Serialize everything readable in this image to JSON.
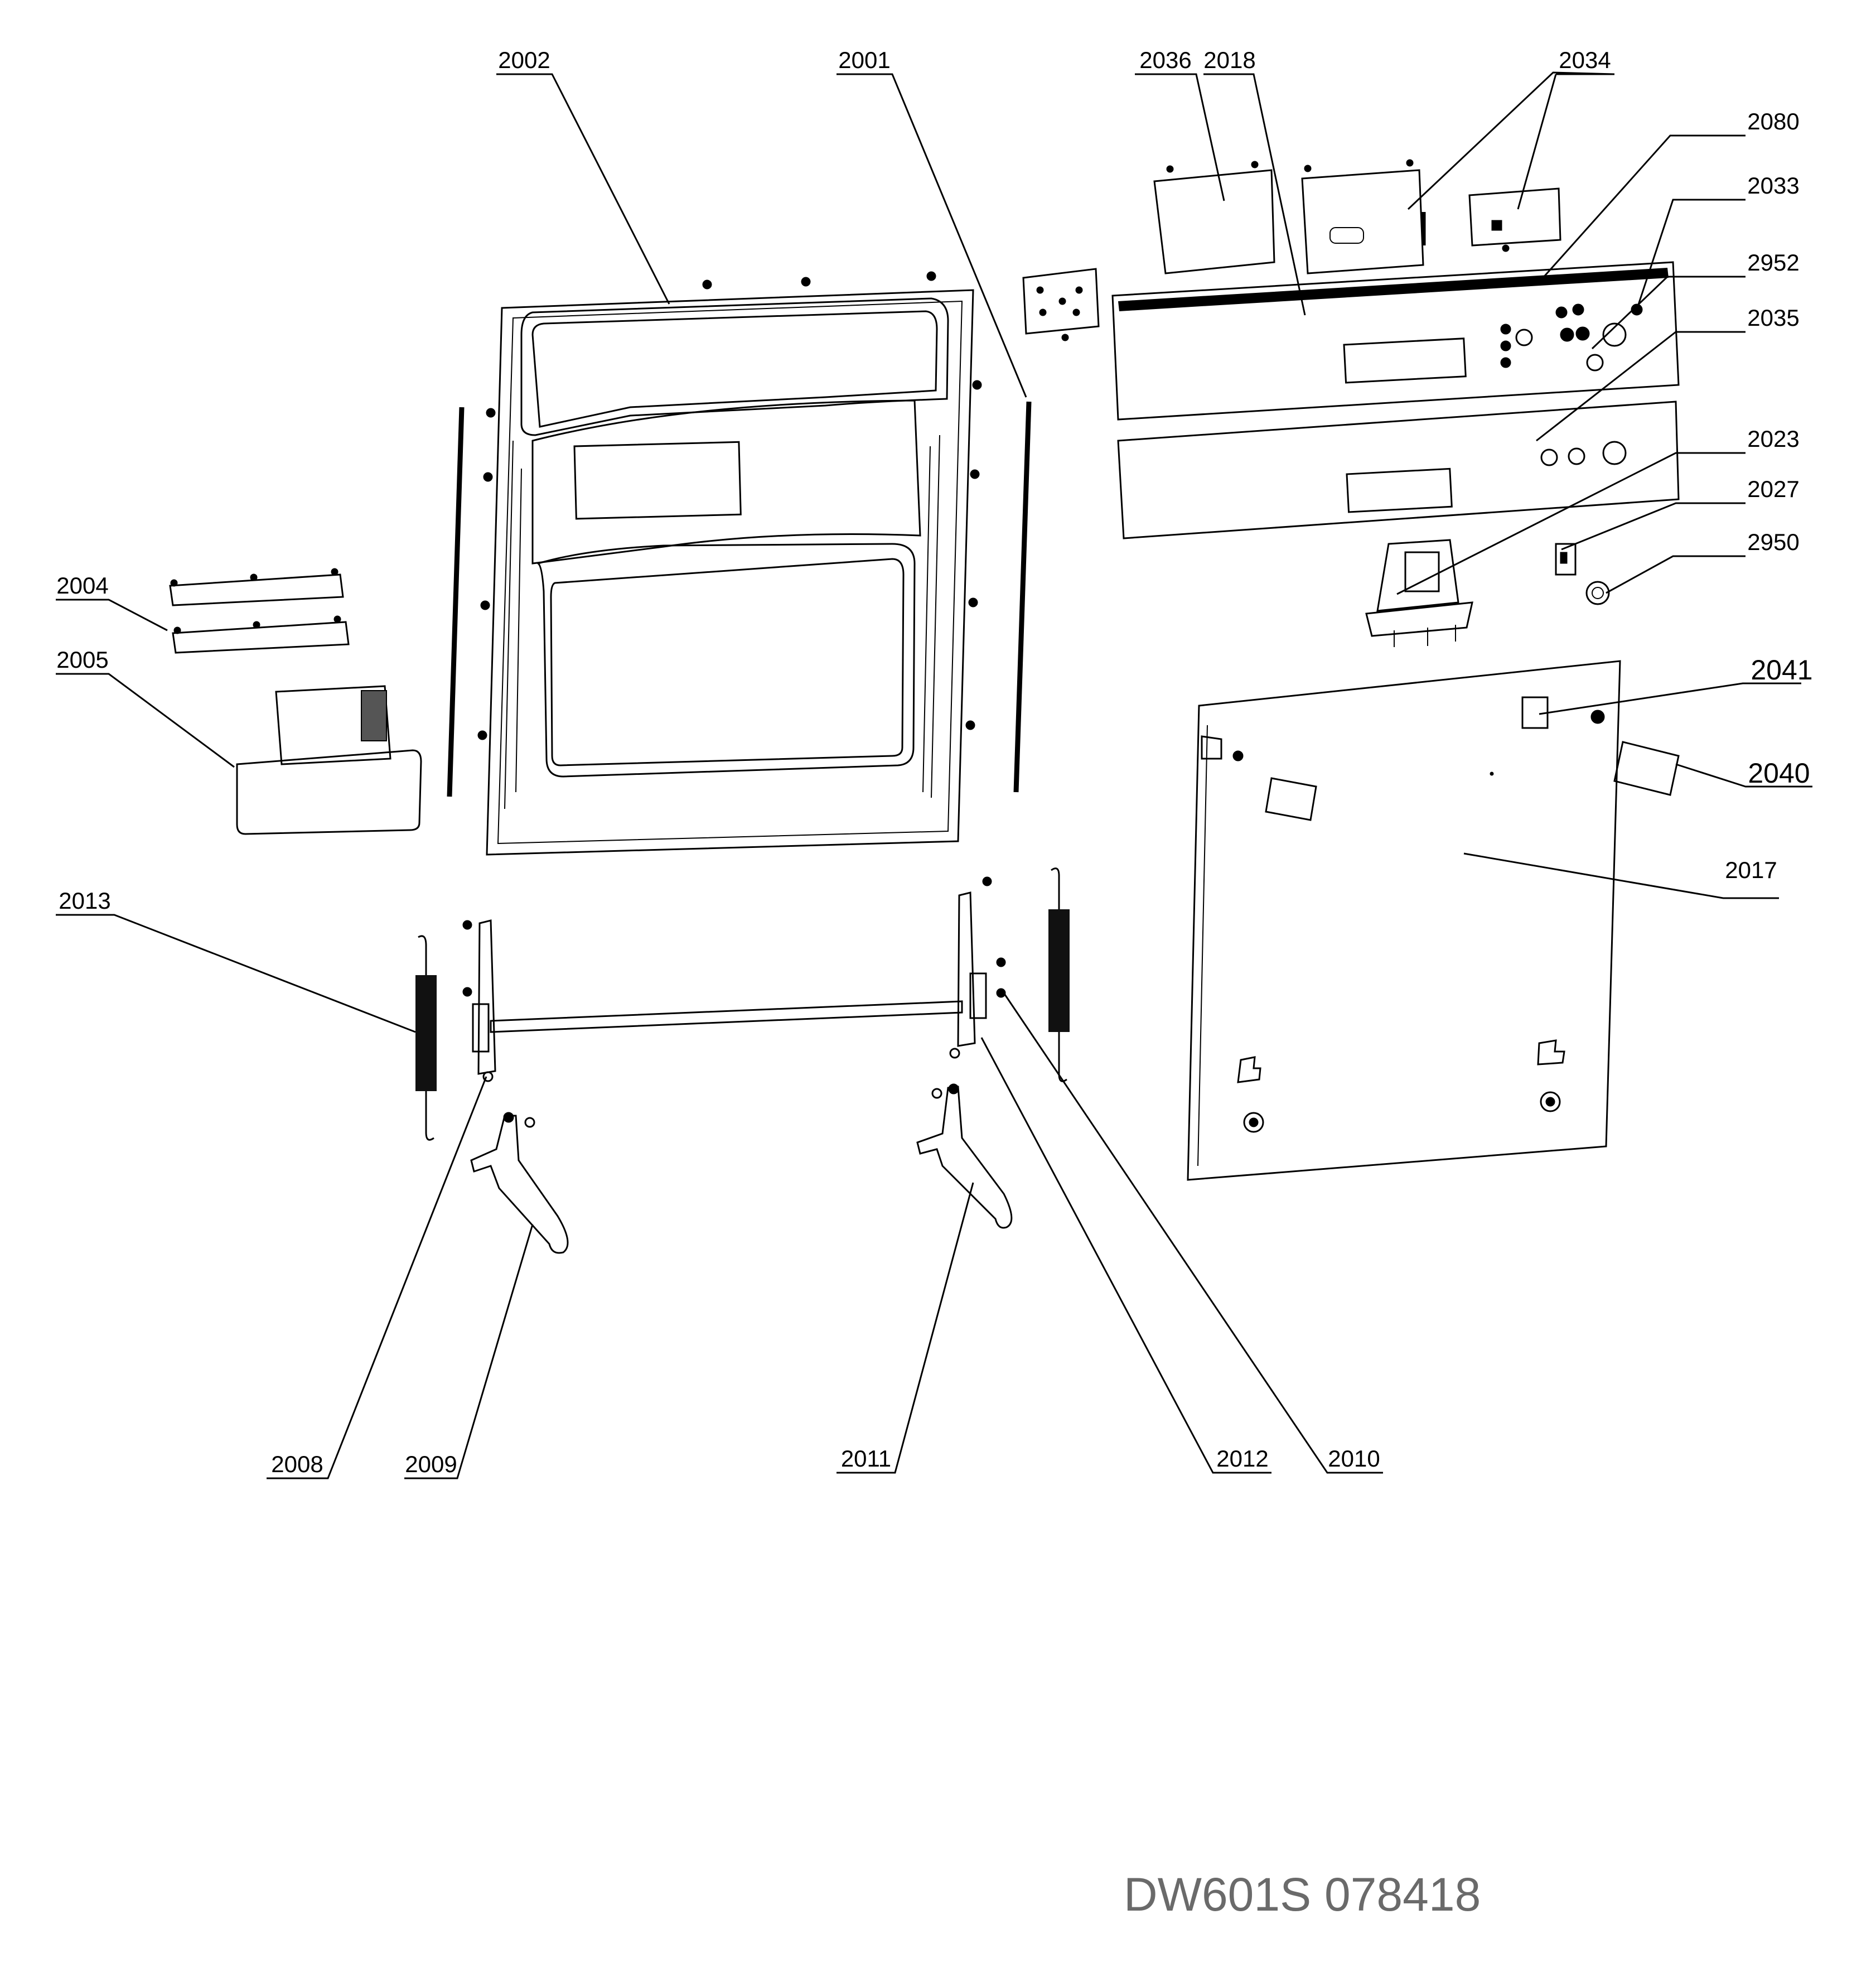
{
  "diagram": {
    "labels": [
      {
        "id": "2002",
        "text": "2002"
      },
      {
        "id": "2001",
        "text": "2001"
      },
      {
        "id": "2036",
        "text": "2036"
      },
      {
        "id": "2018",
        "text": "2018"
      },
      {
        "id": "2034",
        "text": "2034"
      },
      {
        "id": "2080",
        "text": "2080"
      },
      {
        "id": "2033",
        "text": "2033"
      },
      {
        "id": "2952",
        "text": "2952"
      },
      {
        "id": "2035",
        "text": "2035"
      },
      {
        "id": "2023",
        "text": "2023"
      },
      {
        "id": "2027",
        "text": "2027"
      },
      {
        "id": "2950",
        "text": "2950"
      },
      {
        "id": "2041",
        "text": "2041"
      },
      {
        "id": "2040",
        "text": "2040"
      },
      {
        "id": "2017",
        "text": "2017"
      },
      {
        "id": "2004",
        "text": "2004"
      },
      {
        "id": "2005",
        "text": "2005"
      },
      {
        "id": "2013",
        "text": "2013"
      },
      {
        "id": "2008",
        "text": "2008"
      },
      {
        "id": "2009",
        "text": "2009"
      },
      {
        "id": "2011",
        "text": "2011"
      },
      {
        "id": "2012",
        "text": "2012"
      },
      {
        "id": "2010",
        "text": "2010"
      }
    ],
    "footer": {
      "model": "DW601S",
      "code": "078418"
    }
  }
}
